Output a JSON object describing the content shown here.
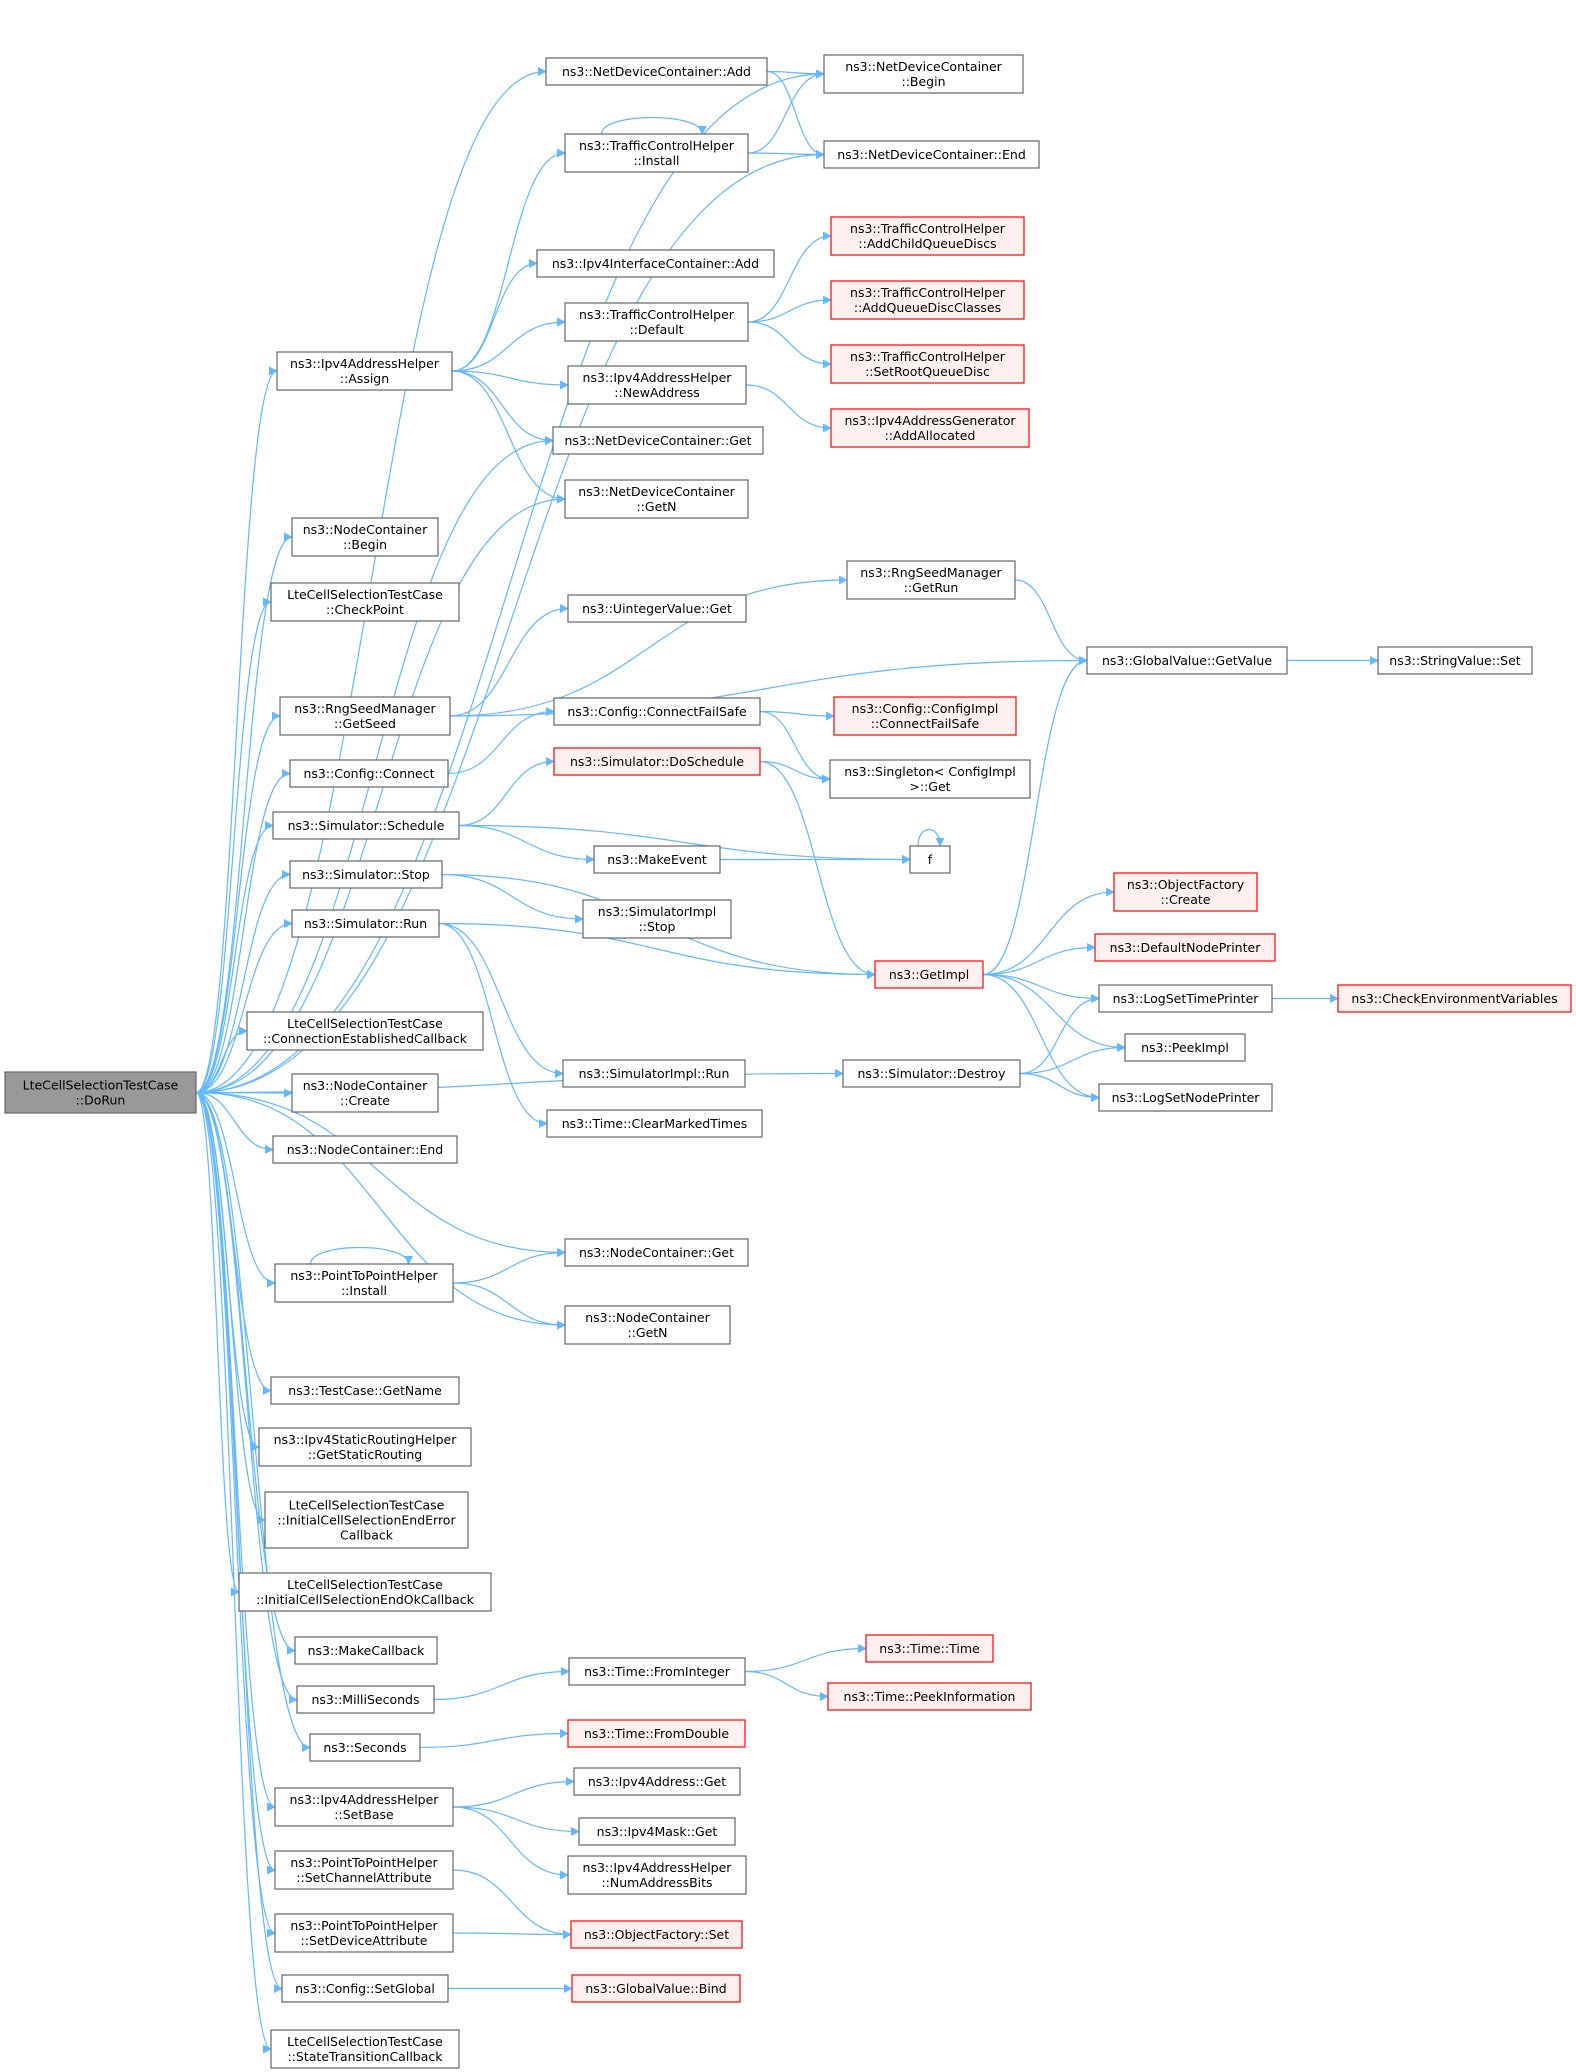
{
  "colors": {
    "edge": "#63b8ff",
    "node_border": "#666666",
    "node_fill": "#ffffff",
    "root_fill": "#999999",
    "root_border": "#666666",
    "incomplete_border": "#ff0000",
    "incomplete_fill": "#fff0f0"
  },
  "nodes": {
    "root": {
      "lines": [
        "LteCellSelectionTestCase",
        "::DoRun"
      ],
      "kind": "root"
    },
    "ndc_add": {
      "lines": [
        "ns3::NetDeviceContainer::Add"
      ],
      "kind": "normal"
    },
    "ndc_begin": {
      "lines": [
        "ns3::NetDeviceContainer",
        "::Begin"
      ],
      "kind": "normal"
    },
    "tch_install": {
      "lines": [
        "ns3::TrafficControlHelper",
        "::Install"
      ],
      "kind": "normal"
    },
    "ndc_end": {
      "lines": [
        "ns3::NetDeviceContainer::End"
      ],
      "kind": "normal"
    },
    "tch_addchild": {
      "lines": [
        "ns3::TrafficControlHelper",
        "::AddChildQueueDiscs"
      ],
      "kind": "red"
    },
    "ipv4ic_add": {
      "lines": [
        "ns3::Ipv4InterfaceContainer::Add"
      ],
      "kind": "normal"
    },
    "tch_addqdc": {
      "lines": [
        "ns3::TrafficControlHelper",
        "::AddQueueDiscClasses"
      ],
      "kind": "red"
    },
    "tch_default": {
      "lines": [
        "ns3::TrafficControlHelper",
        "::Default"
      ],
      "kind": "normal"
    },
    "tch_setroot": {
      "lines": [
        "ns3::TrafficControlHelper",
        "::SetRootQueueDisc"
      ],
      "kind": "red"
    },
    "ipv4ah_assign": {
      "lines": [
        "ns3::Ipv4AddressHelper",
        "::Assign"
      ],
      "kind": "normal"
    },
    "ipv4ah_newaddr": {
      "lines": [
        "ns3::Ipv4AddressHelper",
        "::NewAddress"
      ],
      "kind": "normal"
    },
    "ipv4ag_addalloc": {
      "lines": [
        "ns3::Ipv4AddressGenerator",
        "::AddAllocated"
      ],
      "kind": "red"
    },
    "ndc_get": {
      "lines": [
        "ns3::NetDeviceContainer::Get"
      ],
      "kind": "normal"
    },
    "ndc_getn": {
      "lines": [
        "ns3::NetDeviceContainer",
        "::GetN"
      ],
      "kind": "normal"
    },
    "nc_begin": {
      "lines": [
        "ns3::NodeContainer",
        "::Begin"
      ],
      "kind": "normal"
    },
    "rsm_getrun": {
      "lines": [
        "ns3::RngSeedManager",
        "::GetRun"
      ],
      "kind": "normal"
    },
    "checkpoint": {
      "lines": [
        "LteCellSelectionTestCase",
        "::CheckPoint"
      ],
      "kind": "normal"
    },
    "uint_get": {
      "lines": [
        "ns3::UintegerValue::Get"
      ],
      "kind": "normal"
    },
    "gv_getvalue": {
      "lines": [
        "ns3::GlobalValue::GetValue"
      ],
      "kind": "normal"
    },
    "sv_set": {
      "lines": [
        "ns3::StringValue::Set"
      ],
      "kind": "normal"
    },
    "rsm_getseed": {
      "lines": [
        "ns3::RngSeedManager",
        "::GetSeed"
      ],
      "kind": "normal"
    },
    "cfg_connfailsafe": {
      "lines": [
        "ns3::Config::ConnectFailSafe"
      ],
      "kind": "normal"
    },
    "cfgimpl_connfailsafe": {
      "lines": [
        "ns3::Config::ConfigImpl",
        "::ConnectFailSafe"
      ],
      "kind": "red"
    },
    "cfg_connect": {
      "lines": [
        "ns3::Config::Connect"
      ],
      "kind": "normal"
    },
    "sim_doschedule": {
      "lines": [
        "ns3::Simulator::DoSchedule"
      ],
      "kind": "red"
    },
    "singleton_get": {
      "lines": [
        "ns3::Singleton< ConfigImpl",
        " >::Get"
      ],
      "kind": "normal"
    },
    "sim_schedule": {
      "lines": [
        "ns3::Simulator::Schedule"
      ],
      "kind": "normal"
    },
    "f": {
      "lines": [
        "f"
      ],
      "kind": "normal"
    },
    "makeevent": {
      "lines": [
        "ns3::MakeEvent"
      ],
      "kind": "normal"
    },
    "sim_stop": {
      "lines": [
        "ns3::Simulator::Stop"
      ],
      "kind": "normal"
    },
    "of_create": {
      "lines": [
        "ns3::ObjectFactory",
        "::Create"
      ],
      "kind": "red"
    },
    "simimpl_stop": {
      "lines": [
        "ns3::SimulatorImpl",
        "::Stop"
      ],
      "kind": "normal"
    },
    "defnodeprinter": {
      "lines": [
        "ns3::DefaultNodePrinter"
      ],
      "kind": "red"
    },
    "sim_run": {
      "lines": [
        "ns3::Simulator::Run"
      ],
      "kind": "normal"
    },
    "getimpl": {
      "lines": [
        "ns3::GetImpl"
      ],
      "kind": "red"
    },
    "logsettimeprinter": {
      "lines": [
        "ns3::LogSetTimePrinter"
      ],
      "kind": "normal"
    },
    "checkenv": {
      "lines": [
        "ns3::CheckEnvironmentVariables"
      ],
      "kind": "red"
    },
    "connestcb": {
      "lines": [
        "LteCellSelectionTestCase",
        "::ConnectionEstablishedCallback"
      ],
      "kind": "normal"
    },
    "peekimpl": {
      "lines": [
        "ns3::PeekImpl"
      ],
      "kind": "normal"
    },
    "simimpl_run": {
      "lines": [
        "ns3::SimulatorImpl::Run"
      ],
      "kind": "normal"
    },
    "sim_destroy": {
      "lines": [
        "ns3::Simulator::Destroy"
      ],
      "kind": "normal"
    },
    "nc_create": {
      "lines": [
        "ns3::NodeContainer",
        "::Create"
      ],
      "kind": "normal"
    },
    "logsetnodeprinter": {
      "lines": [
        "ns3::LogSetNodePrinter"
      ],
      "kind": "normal"
    },
    "time_clearmarked": {
      "lines": [
        "ns3::Time::ClearMarkedTimes"
      ],
      "kind": "normal"
    },
    "nc_end": {
      "lines": [
        "ns3::NodeContainer::End"
      ],
      "kind": "normal"
    },
    "nc_get": {
      "lines": [
        "ns3::NodeContainer::Get"
      ],
      "kind": "normal"
    },
    "p2p_install": {
      "lines": [
        "ns3::PointToPointHelper",
        "::Install"
      ],
      "kind": "normal"
    },
    "nc_getn": {
      "lines": [
        "ns3::NodeContainer",
        "::GetN"
      ],
      "kind": "normal"
    },
    "tc_getname": {
      "lines": [
        "ns3::TestCase::GetName"
      ],
      "kind": "normal"
    },
    "ipv4srh_getstatic": {
      "lines": [
        "ns3::Ipv4StaticRoutingHelper",
        "::GetStaticRouting"
      ],
      "kind": "normal"
    },
    "initcell_enderr": {
      "lines": [
        "LteCellSelectionTestCase",
        "::InitialCellSelectionEndError",
        "Callback"
      ],
      "kind": "normal"
    },
    "initcell_endok": {
      "lines": [
        "LteCellSelectionTestCase",
        "::InitialCellSelectionEndOkCallback"
      ],
      "kind": "normal"
    },
    "makecallback": {
      "lines": [
        "ns3::MakeCallback"
      ],
      "kind": "normal"
    },
    "time_time": {
      "lines": [
        "ns3::Time::Time"
      ],
      "kind": "red"
    },
    "time_frominteger": {
      "lines": [
        "ns3::Time::FromInteger"
      ],
      "kind": "normal"
    },
    "milliseconds": {
      "lines": [
        "ns3::MilliSeconds"
      ],
      "kind": "normal"
    },
    "time_peekinfo": {
      "lines": [
        "ns3::Time::PeekInformation"
      ],
      "kind": "red"
    },
    "time_fromdouble": {
      "lines": [
        "ns3::Time::FromDouble"
      ],
      "kind": "red"
    },
    "seconds": {
      "lines": [
        "ns3::Seconds"
      ],
      "kind": "normal"
    },
    "ipv4addr_get": {
      "lines": [
        "ns3::Ipv4Address::Get"
      ],
      "kind": "normal"
    },
    "ipv4ah_setbase": {
      "lines": [
        "ns3::Ipv4AddressHelper",
        "::SetBase"
      ],
      "kind": "normal"
    },
    "ipv4mask_get": {
      "lines": [
        "ns3::Ipv4Mask::Get"
      ],
      "kind": "normal"
    },
    "ipv4ah_numaddrbits": {
      "lines": [
        "ns3::Ipv4AddressHelper",
        "::NumAddressBits"
      ],
      "kind": "normal"
    },
    "p2p_setchannel": {
      "lines": [
        "ns3::PointToPointHelper",
        "::SetChannelAttribute"
      ],
      "kind": "normal"
    },
    "p2p_setdevice": {
      "lines": [
        "ns3::PointToPointHelper",
        "::SetDeviceAttribute"
      ],
      "kind": "normal"
    },
    "of_set": {
      "lines": [
        "ns3::ObjectFactory::Set"
      ],
      "kind": "red"
    },
    "cfg_setglobal": {
      "lines": [
        "ns3::Config::SetGlobal"
      ],
      "kind": "normal"
    },
    "gv_bind": {
      "lines": [
        "ns3::GlobalValue::Bind"
      ],
      "kind": "red"
    },
    "statetranscb": {
      "lines": [
        "LteCellSelectionTestCase",
        "::StateTransitionCallback"
      ],
      "kind": "normal"
    }
  },
  "edges": [
    [
      "root",
      "ndc_add"
    ],
    [
      "root",
      "ndc_begin"
    ],
    [
      "root",
      "ndc_end"
    ],
    [
      "root",
      "ipv4ah_assign"
    ],
    [
      "root",
      "ndc_get"
    ],
    [
      "root",
      "ndc_getn"
    ],
    [
      "root",
      "nc_begin"
    ],
    [
      "root",
      "checkpoint"
    ],
    [
      "root",
      "rsm_getseed"
    ],
    [
      "root",
      "cfg_connect"
    ],
    [
      "root",
      "sim_schedule"
    ],
    [
      "root",
      "sim_stop"
    ],
    [
      "root",
      "sim_run"
    ],
    [
      "root",
      "connestcb"
    ],
    [
      "root",
      "nc_create"
    ],
    [
      "root",
      "nc_end"
    ],
    [
      "root",
      "sim_destroy"
    ],
    [
      "root",
      "nc_get"
    ],
    [
      "root",
      "p2p_install"
    ],
    [
      "root",
      "nc_getn"
    ],
    [
      "root",
      "tc_getname"
    ],
    [
      "root",
      "ipv4srh_getstatic"
    ],
    [
      "root",
      "initcell_enderr"
    ],
    [
      "root",
      "initcell_endok"
    ],
    [
      "root",
      "makecallback"
    ],
    [
      "root",
      "milliseconds"
    ],
    [
      "root",
      "seconds"
    ],
    [
      "root",
      "ipv4ah_setbase"
    ],
    [
      "root",
      "p2p_setchannel"
    ],
    [
      "root",
      "p2p_setdevice"
    ],
    [
      "root",
      "cfg_setglobal"
    ],
    [
      "root",
      "statetranscb"
    ],
    [
      "ndc_add",
      "ndc_begin"
    ],
    [
      "ndc_add",
      "ndc_end"
    ],
    [
      "tch_install",
      "ndc_begin"
    ],
    [
      "tch_install",
      "ndc_end"
    ],
    [
      "tch_install",
      "tch_install"
    ],
    [
      "tch_default",
      "tch_addchild"
    ],
    [
      "tch_default",
      "tch_addqdc"
    ],
    [
      "tch_default",
      "tch_setroot"
    ],
    [
      "ipv4ah_assign",
      "tch_install"
    ],
    [
      "ipv4ah_assign",
      "ipv4ic_add"
    ],
    [
      "ipv4ah_assign",
      "tch_default"
    ],
    [
      "ipv4ah_assign",
      "ipv4ah_newaddr"
    ],
    [
      "ipv4ah_assign",
      "ndc_get"
    ],
    [
      "ipv4ah_assign",
      "ndc_getn"
    ],
    [
      "ipv4ah_newaddr",
      "ipv4ag_addalloc"
    ],
    [
      "rsm_getrun",
      "gv_getvalue"
    ],
    [
      "gv_getvalue",
      "sv_set"
    ],
    [
      "rsm_getseed",
      "rsm_getrun"
    ],
    [
      "rsm_getseed",
      "uint_get"
    ],
    [
      "rsm_getseed",
      "gv_getvalue"
    ],
    [
      "cfg_connect",
      "cfg_connfailsafe"
    ],
    [
      "cfg_connfailsafe",
      "cfgimpl_connfailsafe"
    ],
    [
      "cfg_connfailsafe",
      "singleton_get"
    ],
    [
      "sim_schedule",
      "sim_doschedule"
    ],
    [
      "sim_schedule",
      "makeevent"
    ],
    [
      "sim_schedule",
      "f"
    ],
    [
      "sim_doschedule",
      "singleton_get"
    ],
    [
      "sim_doschedule",
      "getimpl"
    ],
    [
      "makeevent",
      "f"
    ],
    [
      "f",
      "f"
    ],
    [
      "sim_stop",
      "simimpl_stop"
    ],
    [
      "sim_stop",
      "getimpl"
    ],
    [
      "sim_run",
      "getimpl"
    ],
    [
      "sim_run",
      "simimpl_run"
    ],
    [
      "sim_run",
      "time_clearmarked"
    ],
    [
      "getimpl",
      "gv_getvalue"
    ],
    [
      "getimpl",
      "of_create"
    ],
    [
      "getimpl",
      "defnodeprinter"
    ],
    [
      "getimpl",
      "logsettimeprinter"
    ],
    [
      "getimpl",
      "peekimpl"
    ],
    [
      "getimpl",
      "logsetnodeprinter"
    ],
    [
      "logsettimeprinter",
      "checkenv"
    ],
    [
      "sim_destroy",
      "logsettimeprinter"
    ],
    [
      "sim_destroy",
      "peekimpl"
    ],
    [
      "sim_destroy",
      "logsetnodeprinter"
    ],
    [
      "p2p_install",
      "p2p_install"
    ],
    [
      "p2p_install",
      "nc_get"
    ],
    [
      "p2p_install",
      "nc_getn"
    ],
    [
      "milliseconds",
      "time_frominteger"
    ],
    [
      "time_frominteger",
      "time_time"
    ],
    [
      "time_frominteger",
      "time_peekinfo"
    ],
    [
      "seconds",
      "time_fromdouble"
    ],
    [
      "ipv4ah_setbase",
      "ipv4addr_get"
    ],
    [
      "ipv4ah_setbase",
      "ipv4mask_get"
    ],
    [
      "ipv4ah_setbase",
      "ipv4ah_numaddrbits"
    ],
    [
      "p2p_setchannel",
      "of_set"
    ],
    [
      "p2p_setdevice",
      "of_set"
    ],
    [
      "cfg_setglobal",
      "gv_bind"
    ]
  ]
}
